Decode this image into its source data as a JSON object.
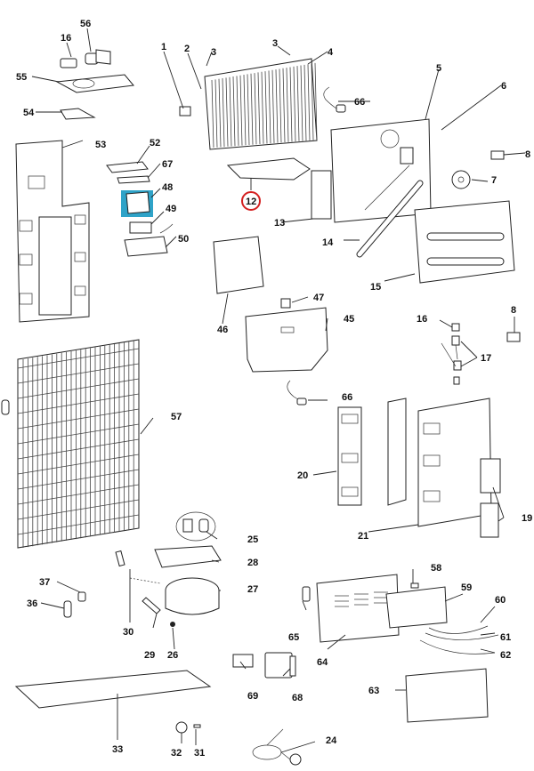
{
  "title": "Refrigerator exploded parts diagram",
  "highlight": {
    "part": "12",
    "ring_color": "#d42020",
    "selected_fill": "#2fa3c8"
  },
  "parts": {
    "p1": "1",
    "p2": "2",
    "p3a": "3",
    "p3b": "3",
    "p4": "4",
    "p5": "5",
    "p6": "6",
    "p8a": "8",
    "p8b": "8",
    "p7": "7",
    "p12": "12",
    "p13": "13",
    "p14": "14",
    "p15": "15",
    "p16a": "16",
    "p16b": "16",
    "p17": "17",
    "p19": "19",
    "p20": "20",
    "p21": "21",
    "p24": "24",
    "p25": "25",
    "p26": "26",
    "p27": "27",
    "p28": "28",
    "p29": "29",
    "p30": "30",
    "p31": "31",
    "p32": "32",
    "p33": "33",
    "p36": "36",
    "p37": "37",
    "p45": "45",
    "p46": "46",
    "p47": "47",
    "p48": "48",
    "p49": "49",
    "p50": "50",
    "p52": "52",
    "p53": "53",
    "p54": "54",
    "p55": "55",
    "p56": "56",
    "p57": "57",
    "p58": "58",
    "p59": "59",
    "p60": "60",
    "p61": "61",
    "p62": "62",
    "p63": "63",
    "p64": "64",
    "p65": "65",
    "p66a": "66",
    "p66b": "66",
    "p67": "67",
    "p68": "68",
    "p69": "69"
  }
}
